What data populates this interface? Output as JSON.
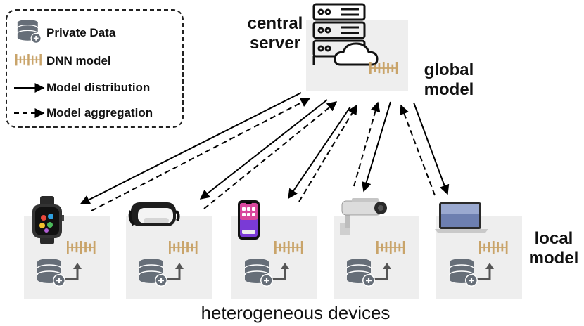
{
  "legend": {
    "private_data": "Private Data",
    "dnn_model": "DNN model",
    "model_distribution": "Model distribution",
    "model_aggregation": "Model aggregation"
  },
  "server": {
    "label_line1": "central",
    "label_line2": "server"
  },
  "global_model": {
    "line1": "global",
    "line2": "model"
  },
  "local_model": {
    "line1": "local",
    "line2": "model"
  },
  "caption": "heterogeneous devices",
  "devices": [
    {
      "name": "smartwatch",
      "icon": "smartwatch-icon"
    },
    {
      "name": "vr-headset",
      "icon": "vr-headset-icon"
    },
    {
      "name": "smartphone",
      "icon": "smartphone-icon"
    },
    {
      "name": "security-camera",
      "icon": "security-camera-icon"
    },
    {
      "name": "laptop",
      "icon": "laptop-icon"
    }
  ],
  "colors": {
    "model": "#c9a46a",
    "database": "#666e78",
    "panel": "#eeeeee",
    "arrow": "#000000"
  }
}
